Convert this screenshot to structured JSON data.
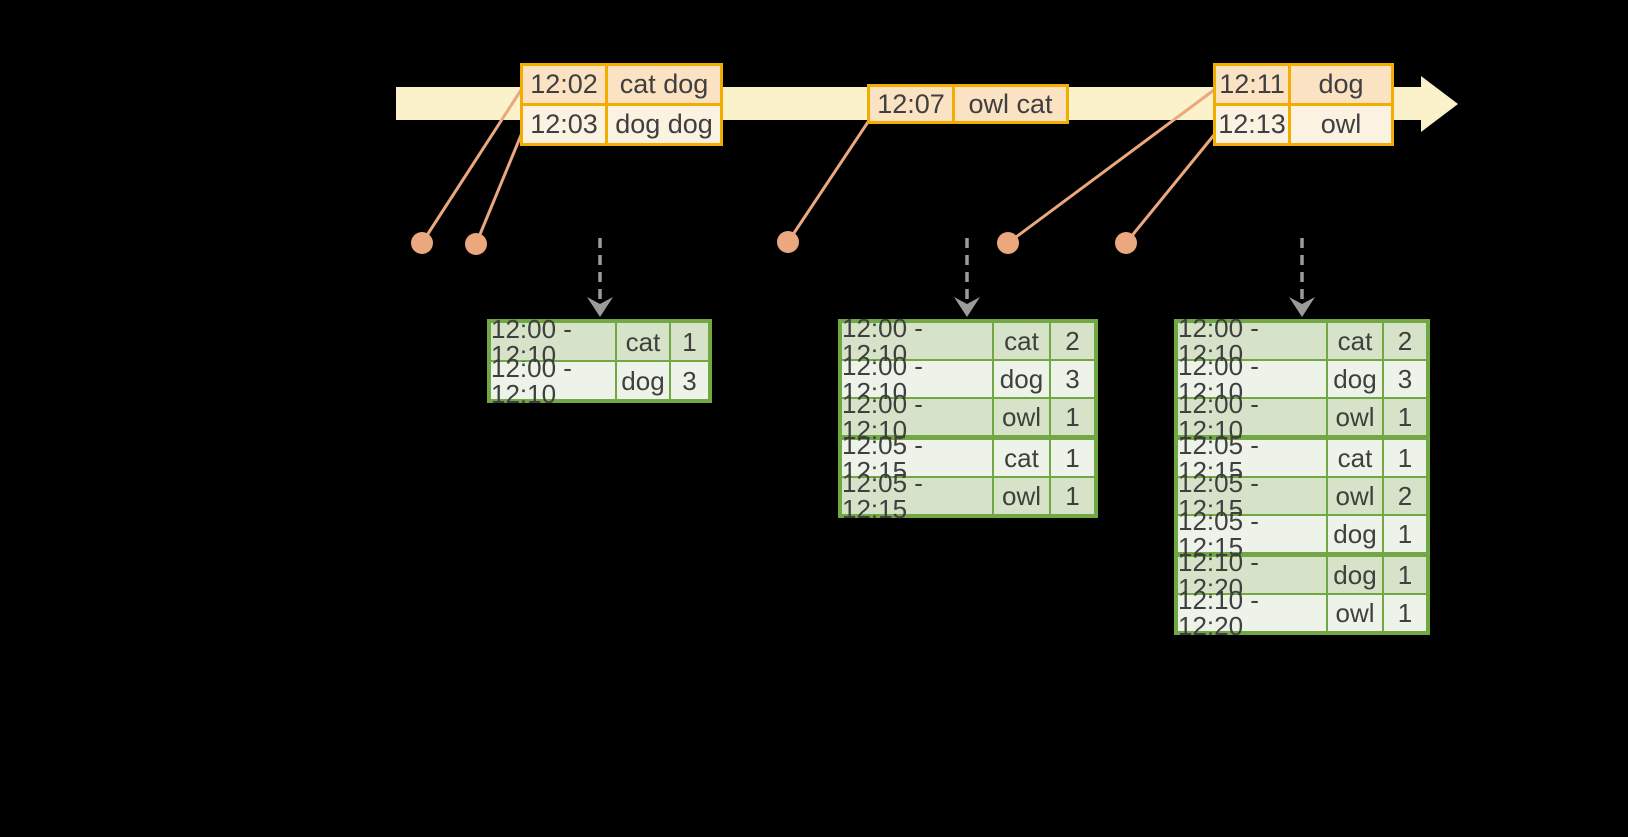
{
  "colors": {
    "background": "#000000",
    "timeline_band": "#FBF2CC",
    "event_table_border": "#F2AE00",
    "event_row_dark": "#FAE2C3",
    "event_row_light": "#FCF2E2",
    "connector_salmon": "#EBA87E",
    "result_table_border": "#71A844",
    "result_row_dark": "#D7E3C8",
    "result_row_light": "#EEF3E9",
    "trigger_arrow_gray": "#9B9B9B",
    "text": "#3F3F3F"
  },
  "events": [
    {
      "rows": [
        {
          "time": "12:02",
          "words": "cat dog"
        },
        {
          "time": "12:03",
          "words": "dog dog"
        }
      ]
    },
    {
      "rows": [
        {
          "time": "12:07",
          "words": "owl cat"
        }
      ]
    },
    {
      "rows": [
        {
          "time": "12:11",
          "words": "dog"
        },
        {
          "time": "12:13",
          "words": "owl"
        }
      ]
    }
  ],
  "results": [
    {
      "rows": [
        {
          "window": "12:00 - 12:10",
          "word": "cat",
          "count": "1"
        },
        {
          "window": "12:00 - 12:10",
          "word": "dog",
          "count": "3"
        }
      ]
    },
    {
      "rows": [
        {
          "window": "12:00 - 12:10",
          "word": "cat",
          "count": "2"
        },
        {
          "window": "12:00 - 12:10",
          "word": "dog",
          "count": "3"
        },
        {
          "window": "12:00 - 12:10",
          "word": "owl",
          "count": "1"
        },
        {
          "window": "12:05 - 12:15",
          "word": "cat",
          "count": "1"
        },
        {
          "window": "12:05 - 12:15",
          "word": "owl",
          "count": "1"
        }
      ]
    },
    {
      "rows": [
        {
          "window": "12:00 - 12:10",
          "word": "cat",
          "count": "2"
        },
        {
          "window": "12:00 - 12:10",
          "word": "dog",
          "count": "3"
        },
        {
          "window": "12:00 - 12:10",
          "word": "owl",
          "count": "1"
        },
        {
          "window": "12:05 - 12:15",
          "word": "cat",
          "count": "1"
        },
        {
          "window": "12:05 - 12:15",
          "word": "owl",
          "count": "2"
        },
        {
          "window": "12:05 - 12:15",
          "word": "dog",
          "count": "1"
        },
        {
          "window": "12:10 - 12:20",
          "word": "dog",
          "count": "1"
        },
        {
          "window": "12:10 - 12:20",
          "word": "owl",
          "count": "1"
        }
      ]
    }
  ]
}
